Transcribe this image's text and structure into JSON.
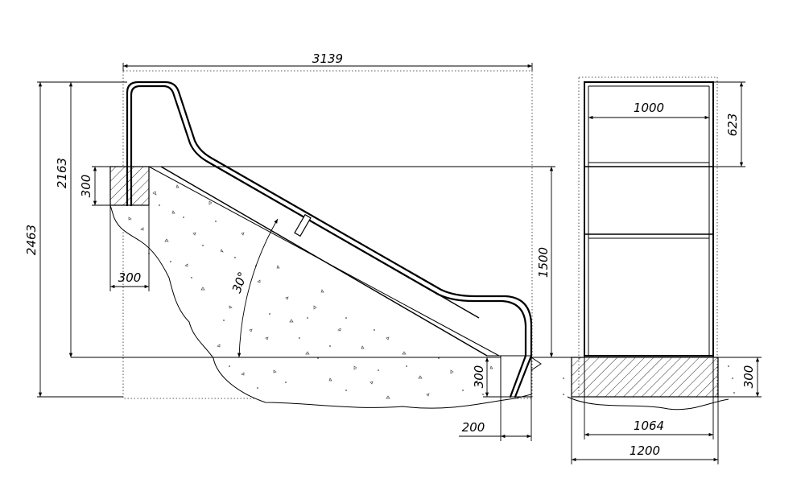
{
  "drawing": {
    "side_view": {
      "total_length": "3139",
      "total_height": "2463",
      "platform_height": "2163",
      "top_footing_depth": "300",
      "top_footing_width": "300",
      "slope_angle": "30°",
      "slide_drop": "1500",
      "bottom_footing_depth": "300",
      "bottom_footing_width": "200"
    },
    "front_view": {
      "inner_width": "1000",
      "top_panel_height": "623",
      "footing_depth": "300",
      "footing_width": "1064",
      "overall_width": "1200"
    }
  }
}
